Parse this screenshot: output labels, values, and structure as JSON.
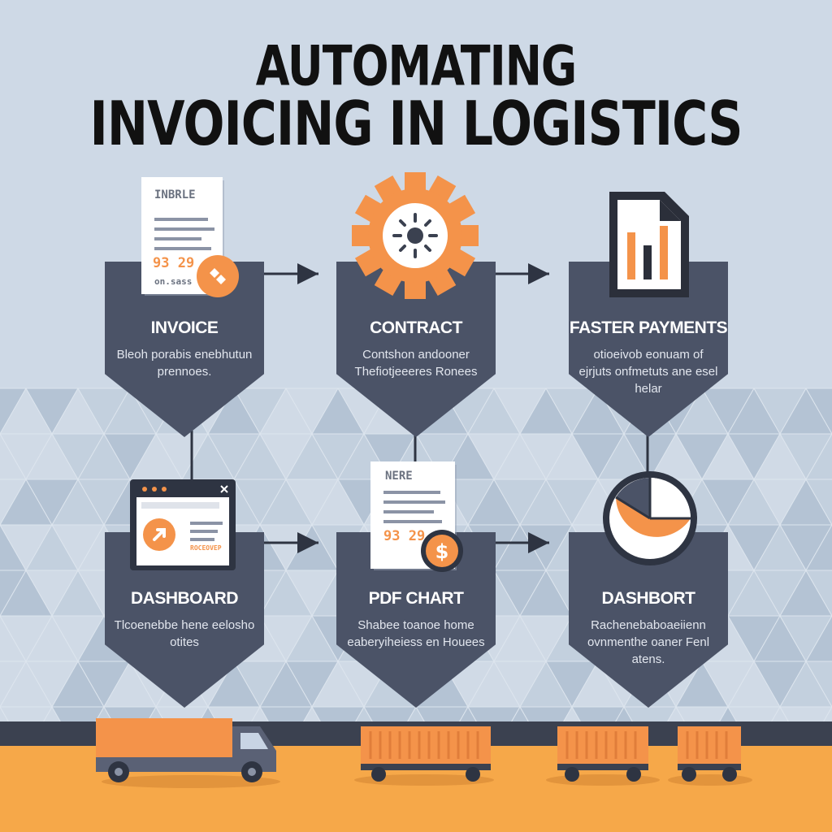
{
  "title": {
    "line1": "AUTOMATING",
    "line2": "INVOICING IN LOGISTICS"
  },
  "colors": {
    "background": "#ced9e6",
    "card": "#4b5367",
    "accent": "#f4934a",
    "dark": "#3b4150",
    "road": "#f6a849"
  },
  "steps": [
    {
      "id": "invoice",
      "title": "INVOICE",
      "desc": "Bleoh porabis enebhutun prennoes.",
      "icon": "invoice-document-icon",
      "icon_text": {
        "head": "INBRLE",
        "amount": "93 29",
        "foot": "on.sass"
      }
    },
    {
      "id": "contract",
      "title": "CONTRACT",
      "desc": "Contshon andooner Thefiotjeeeres Ronees",
      "icon": "gear-icon"
    },
    {
      "id": "faster-payments",
      "title": "FASTER PAYMENTS",
      "desc": "otioeivob eonuam of ejrjuts onfmetuts ane esel helar",
      "icon": "bar-chart-document-icon"
    },
    {
      "id": "dashboard",
      "title": "DASHBOARD",
      "desc": "Tlcoenebbe hene eelosho otites",
      "icon": "dashboard-window-icon",
      "icon_text": {
        "badge": "ROCEOVEP"
      }
    },
    {
      "id": "pdf-chart",
      "title": "PDF CHART",
      "desc": "Shabee toanoe home eaberyiheiess en Houees",
      "icon": "pdf-dollar-document-icon",
      "icon_text": {
        "head": "NERE",
        "amount": "93 29"
      }
    },
    {
      "id": "dashbort",
      "title": "DASHBORT",
      "desc": "Rachenebaboaeiienn ovnmenthe oaner Fenl atens.",
      "icon": "pie-chart-icon"
    }
  ]
}
